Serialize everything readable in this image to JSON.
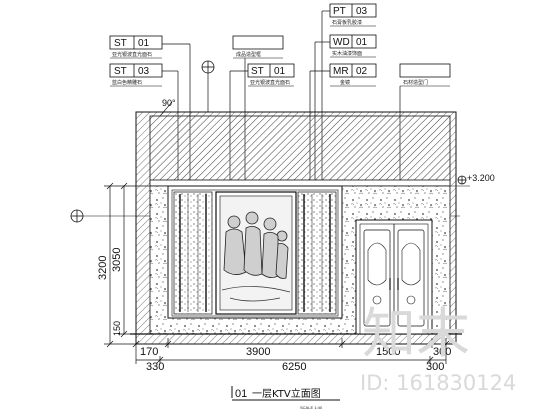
{
  "material_tags": {
    "st01_a": {
      "code": "ST",
      "num": "01",
      "desc": "亚光银波直光面石"
    },
    "st03": {
      "code": "ST",
      "num": "03",
      "desc": "蓝白色精雕石"
    },
    "top_a": {
      "desc": "成品造型框"
    },
    "st01_b": {
      "code": "ST",
      "num": "01",
      "desc": "亚光银波直光面石"
    },
    "pt03": {
      "code": "PT",
      "num": "03",
      "desc": "石膏板乳胶漆"
    },
    "wd01": {
      "code": "WD",
      "num": "01",
      "desc": "实木油漆饰面"
    },
    "mr02": {
      "code": "MR",
      "num": "02",
      "desc": "金镜"
    },
    "top_b": {
      "desc": "石材造型门"
    }
  },
  "annotations": {
    "angle": "90°",
    "elevation_mark": "+3.200"
  },
  "dimensions": {
    "height_total": "3200",
    "height_inner": "3050",
    "height_base": "150",
    "bottom_row1": [
      "170",
      "3900",
      "1500",
      "300"
    ],
    "bottom_total": "6250",
    "bottom_left": "330",
    "bottom_right": "300"
  },
  "caption": {
    "number": "01",
    "title": "一层KTV立面图",
    "scale": "SCALE 1:40"
  },
  "watermark": {
    "brand": "知末",
    "id": "ID: 161830124"
  },
  "colors": {
    "line": "#111111",
    "hatch": "#555555",
    "watermark": "#d9d9d9"
  }
}
